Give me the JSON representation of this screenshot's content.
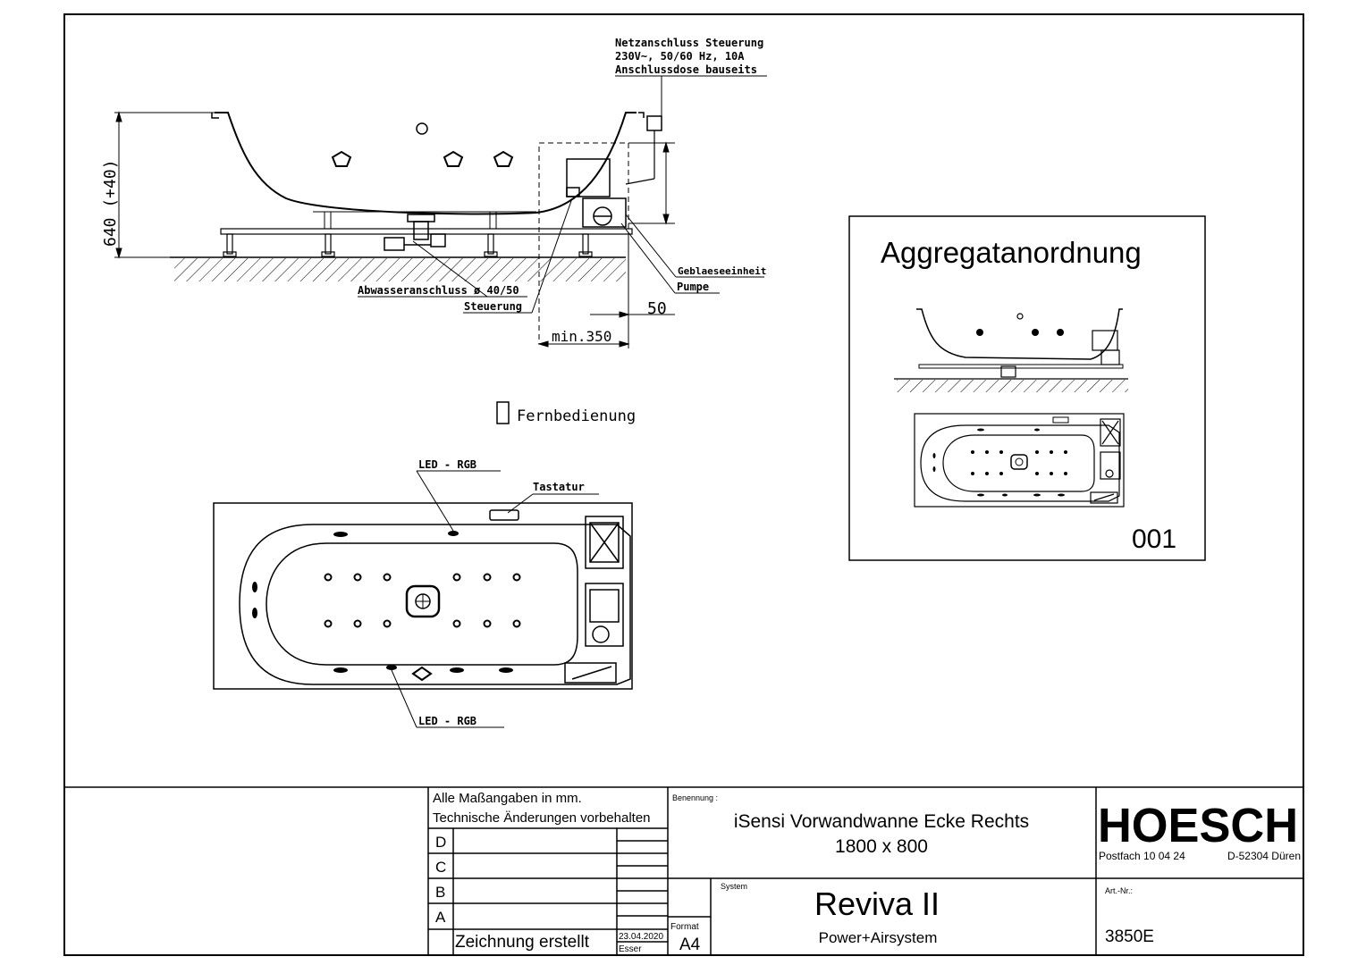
{
  "annotations": {
    "power_title": "Netzanschluss Steuerung",
    "power_spec": "230V~, 50/60 Hz, 10A",
    "power_box": "Anschlussdose bauseits",
    "height_dim": "640 (+40)",
    "blower": "Geblaeseeinheit",
    "pump": "Pumpe",
    "drain": "Abwasseranschluss ø 40/50",
    "control": "Steuerung",
    "min_width": "min.350",
    "offset": "50",
    "remote": "Fernbedienung",
    "led_top": "LED - RGB",
    "keypad": "Tastatur",
    "led_bottom": "LED - RGB"
  },
  "inset": {
    "title": "Aggregatanordnung",
    "number": "001"
  },
  "title_block": {
    "notes": [
      "Alle Maßangaben in mm.",
      "Technische Änderungen vorbehalten"
    ],
    "revisions": [
      "D",
      "C",
      "B",
      "A"
    ],
    "created_label": "Zeichnung erstellt",
    "created_date": "23.04.2020",
    "created_by": "Esser",
    "format_label": "Format",
    "format_value": "A4",
    "name_label": "Benennung :",
    "name_line1": "iSensi Vorwandwanne Ecke Rechts",
    "name_line2": "1800 x 800",
    "system_label": "System",
    "system_name": "Reviva II",
    "system_sub": "Power+Airsystem",
    "company": "HOESCH",
    "address_left": "Postfach 10 04 24",
    "address_right": "D-52304 Düren",
    "art_label": "Art.-Nr.:",
    "art_number": "3850E"
  }
}
